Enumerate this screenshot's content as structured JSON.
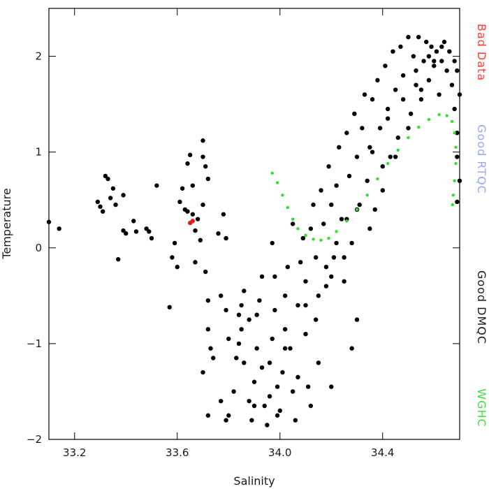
{
  "chart_data": {
    "type": "scatter",
    "title": "",
    "xlabel": "Salinity",
    "ylabel": "Temperature",
    "xlim": [
      33.1,
      34.7
    ],
    "ylim": [
      -2.0,
      2.5
    ],
    "x_ticks": [
      33.2,
      33.6,
      34.0,
      34.4
    ],
    "x_tick_labels": [
      "33.2",
      "33.6",
      "34.0",
      "34.4"
    ],
    "y_ticks": [
      -2,
      -1,
      0,
      1,
      2
    ],
    "y_tick_labels": [
      "−2",
      "−1",
      "0",
      "1",
      "2"
    ],
    "grid": false,
    "legend_position": "right-vertical",
    "legend": [
      {
        "label": "Bad Data",
        "color": "#ff3b3b"
      },
      {
        "label": "Good RTQC",
        "color": "#9aa6f2"
      },
      {
        "label": "Good DMQC",
        "color": "#1a1a1a"
      },
      {
        "label": "WGHC",
        "color": "#44dd44"
      }
    ],
    "series": [
      {
        "name": "Good DMQC",
        "color": "#000000",
        "points": [
          [
            33.1,
            0.27
          ],
          [
            33.14,
            0.2
          ],
          [
            33.29,
            0.48
          ],
          [
            33.3,
            0.43
          ],
          [
            33.31,
            0.38
          ],
          [
            33.32,
            0.75
          ],
          [
            33.33,
            0.72
          ],
          [
            33.34,
            0.52
          ],
          [
            33.36,
            0.45
          ],
          [
            33.35,
            0.62
          ],
          [
            33.37,
            -0.12
          ],
          [
            33.39,
            0.18
          ],
          [
            33.4,
            0.15
          ],
          [
            33.39,
            0.55
          ],
          [
            33.43,
            0.28
          ],
          [
            33.44,
            0.17
          ],
          [
            33.48,
            0.2
          ],
          [
            33.49,
            0.17
          ],
          [
            33.5,
            0.1
          ],
          [
            33.52,
            0.65
          ],
          [
            33.57,
            -0.62
          ],
          [
            33.58,
            -0.1
          ],
          [
            33.59,
            0.05
          ],
          [
            33.6,
            -0.2
          ],
          [
            33.61,
            0.48
          ],
          [
            33.62,
            0.62
          ],
          [
            33.63,
            0.4
          ],
          [
            33.64,
            0.38
          ],
          [
            33.64,
            0.88
          ],
          [
            33.65,
            0.97
          ],
          [
            33.66,
            0.35
          ],
          [
            33.66,
            0.65
          ],
          [
            33.67,
            -0.15
          ],
          [
            33.68,
            0.3
          ],
          [
            33.67,
            0.18
          ],
          [
            33.69,
            0.08
          ],
          [
            33.7,
            1.12
          ],
          [
            33.7,
            0.95
          ],
          [
            33.71,
            0.85
          ],
          [
            33.72,
            0.72
          ],
          [
            33.7,
            0.45
          ],
          [
            33.71,
            -0.25
          ],
          [
            33.72,
            -0.55
          ],
          [
            33.72,
            -0.85
          ],
          [
            33.73,
            -1.05
          ],
          [
            33.74,
            -1.15
          ],
          [
            33.7,
            -1.3
          ],
          [
            33.72,
            -1.75
          ],
          [
            33.76,
            0.15
          ],
          [
            33.77,
            -0.5
          ],
          [
            33.78,
            0.35
          ],
          [
            33.79,
            0.1
          ],
          [
            33.79,
            -0.65
          ],
          [
            33.8,
            -0.95
          ],
          [
            33.77,
            -1.6
          ],
          [
            33.79,
            -1.8
          ],
          [
            33.8,
            -1.75
          ],
          [
            33.82,
            -1.5
          ],
          [
            33.83,
            -1.15
          ],
          [
            33.84,
            -1.0
          ],
          [
            33.84,
            -0.7
          ],
          [
            33.86,
            -0.45
          ],
          [
            33.85,
            -0.85
          ],
          [
            33.86,
            -1.2
          ],
          [
            33.88,
            -1.6
          ],
          [
            33.89,
            -1.8
          ],
          [
            33.9,
            -1.4
          ],
          [
            33.91,
            -1.05
          ],
          [
            33.91,
            -0.7
          ],
          [
            33.92,
            -0.55
          ],
          [
            33.93,
            -1.25
          ],
          [
            33.94,
            -1.65
          ],
          [
            33.95,
            -1.85
          ],
          [
            33.96,
            -1.55
          ],
          [
            33.96,
            -1.2
          ],
          [
            33.97,
            -0.95
          ],
          [
            33.98,
            -0.65
          ],
          [
            33.98,
            -0.3
          ],
          [
            33.99,
            -1.45
          ],
          [
            34.0,
            -1.7
          ],
          [
            34.01,
            -1.3
          ],
          [
            34.02,
            -0.85
          ],
          [
            34.02,
            -0.5
          ],
          [
            34.03,
            -0.2
          ],
          [
            34.04,
            -1.05
          ],
          [
            34.05,
            -1.5
          ],
          [
            34.06,
            -1.8
          ],
          [
            34.07,
            -1.35
          ],
          [
            34.07,
            -0.6
          ],
          [
            34.08,
            -0.15
          ],
          [
            34.09,
            0.1
          ],
          [
            34.1,
            -0.35
          ],
          [
            34.1,
            -0.9
          ],
          [
            34.11,
            -1.45
          ],
          [
            34.12,
            0.2
          ],
          [
            34.13,
            0.45
          ],
          [
            34.14,
            -0.1
          ],
          [
            34.14,
            -0.75
          ],
          [
            34.15,
            -1.2
          ],
          [
            34.16,
            0.6
          ],
          [
            34.17,
            0.25
          ],
          [
            34.18,
            -0.4
          ],
          [
            34.19,
            0.85
          ],
          [
            34.2,
            0.45
          ],
          [
            34.2,
            -1.45
          ],
          [
            34.21,
            -0.1
          ],
          [
            34.22,
            0.65
          ],
          [
            34.23,
            1.05
          ],
          [
            34.24,
            0.3
          ],
          [
            34.25,
            -0.35
          ],
          [
            34.26,
            1.2
          ],
          [
            34.27,
            0.75
          ],
          [
            34.28,
            0.05
          ],
          [
            34.29,
            1.4
          ],
          [
            34.3,
            0.95
          ],
          [
            34.3,
            -0.75
          ],
          [
            34.31,
            0.45
          ],
          [
            34.32,
            1.25
          ],
          [
            34.33,
            1.6
          ],
          [
            34.34,
            0.7
          ],
          [
            34.35,
            1.05
          ],
          [
            34.36,
            1.55
          ],
          [
            34.37,
            0.4
          ],
          [
            34.38,
            1.75
          ],
          [
            34.39,
            1.25
          ],
          [
            34.4,
            0.85
          ],
          [
            34.41,
            1.9
          ],
          [
            34.42,
            1.45
          ],
          [
            34.43,
            0.95
          ],
          [
            34.44,
            2.05
          ],
          [
            34.45,
            1.65
          ],
          [
            34.46,
            1.15
          ],
          [
            34.47,
            2.1
          ],
          [
            34.48,
            1.8
          ],
          [
            34.5,
            2.2
          ],
          [
            34.51,
            1.4
          ],
          [
            34.52,
            2.0
          ],
          [
            34.53,
            1.7
          ],
          [
            34.54,
            2.2
          ],
          [
            34.55,
            1.55
          ],
          [
            34.56,
            1.95
          ],
          [
            34.57,
            2.15
          ],
          [
            34.58,
            1.75
          ],
          [
            34.59,
            2.1
          ],
          [
            34.6,
            1.9
          ],
          [
            34.61,
            2.05
          ],
          [
            34.62,
            1.6
          ],
          [
            34.63,
            1.95
          ],
          [
            34.64,
            2.15
          ],
          [
            34.65,
            1.85
          ],
          [
            34.66,
            2.05
          ],
          [
            34.67,
            1.7
          ],
          [
            34.68,
            1.95
          ],
          [
            34.68,
            1.45
          ],
          [
            34.69,
            1.85
          ],
          [
            34.69,
            1.2
          ],
          [
            34.69,
            0.95
          ],
          [
            34.7,
            1.6
          ],
          [
            34.7,
            0.7
          ],
          [
            34.69,
            0.48
          ],
          [
            34.05,
            0.25
          ],
          [
            33.97,
            0.05
          ],
          [
            33.93,
            -0.3
          ],
          [
            33.88,
            -0.75
          ],
          [
            33.85,
            -0.6
          ],
          [
            34.28,
            -1.05
          ],
          [
            34.02,
            -1.05
          ],
          [
            34.12,
            -1.65
          ],
          [
            33.99,
            -1.75
          ],
          [
            33.9,
            -1.65
          ],
          [
            34.35,
            0.2
          ],
          [
            34.4,
            0.6
          ],
          [
            34.45,
            0.95
          ],
          [
            34.5,
            1.25
          ],
          [
            34.55,
            1.65
          ],
          [
            34.6,
            1.95
          ],
          [
            34.25,
            -0.1
          ],
          [
            34.2,
            -0.3
          ],
          [
            34.15,
            -0.5
          ],
          [
            34.1,
            -0.6
          ],
          [
            34.36,
            1.0
          ],
          [
            34.42,
            1.35
          ],
          [
            34.48,
            1.55
          ],
          [
            34.53,
            1.85
          ],
          [
            34.58,
            2.0
          ],
          [
            34.63,
            2.1
          ],
          [
            34.3,
            0.4
          ],
          [
            34.26,
            0.3
          ],
          [
            34.22,
            0.05
          ],
          [
            34.18,
            -0.2
          ]
        ]
      },
      {
        "name": "Bad Data",
        "color": "#e01e1e",
        "points": [
          [
            33.65,
            0.26
          ],
          [
            33.66,
            0.28
          ]
        ]
      },
      {
        "name": "WGHC",
        "color": "#33dd33",
        "points": [
          [
            33.97,
            0.78
          ],
          [
            33.99,
            0.68
          ],
          [
            34.01,
            0.55
          ],
          [
            34.03,
            0.42
          ],
          [
            34.05,
            0.3
          ],
          [
            34.07,
            0.2
          ],
          [
            34.1,
            0.13
          ],
          [
            34.13,
            0.09
          ],
          [
            34.16,
            0.08
          ],
          [
            34.19,
            0.1
          ],
          [
            34.22,
            0.17
          ],
          [
            34.26,
            0.28
          ],
          [
            34.3,
            0.4
          ],
          [
            34.34,
            0.55
          ],
          [
            34.38,
            0.72
          ],
          [
            34.42,
            0.88
          ],
          [
            34.46,
            1.02
          ],
          [
            34.5,
            1.15
          ],
          [
            34.54,
            1.26
          ],
          [
            34.58,
            1.34
          ],
          [
            34.62,
            1.39
          ],
          [
            34.65,
            1.38
          ],
          [
            34.67,
            1.32
          ],
          [
            34.68,
            1.2
          ],
          [
            34.685,
            1.05
          ],
          [
            34.685,
            0.88
          ],
          [
            34.68,
            0.7
          ],
          [
            34.675,
            0.55
          ],
          [
            34.672,
            0.45
          ]
        ]
      }
    ]
  }
}
